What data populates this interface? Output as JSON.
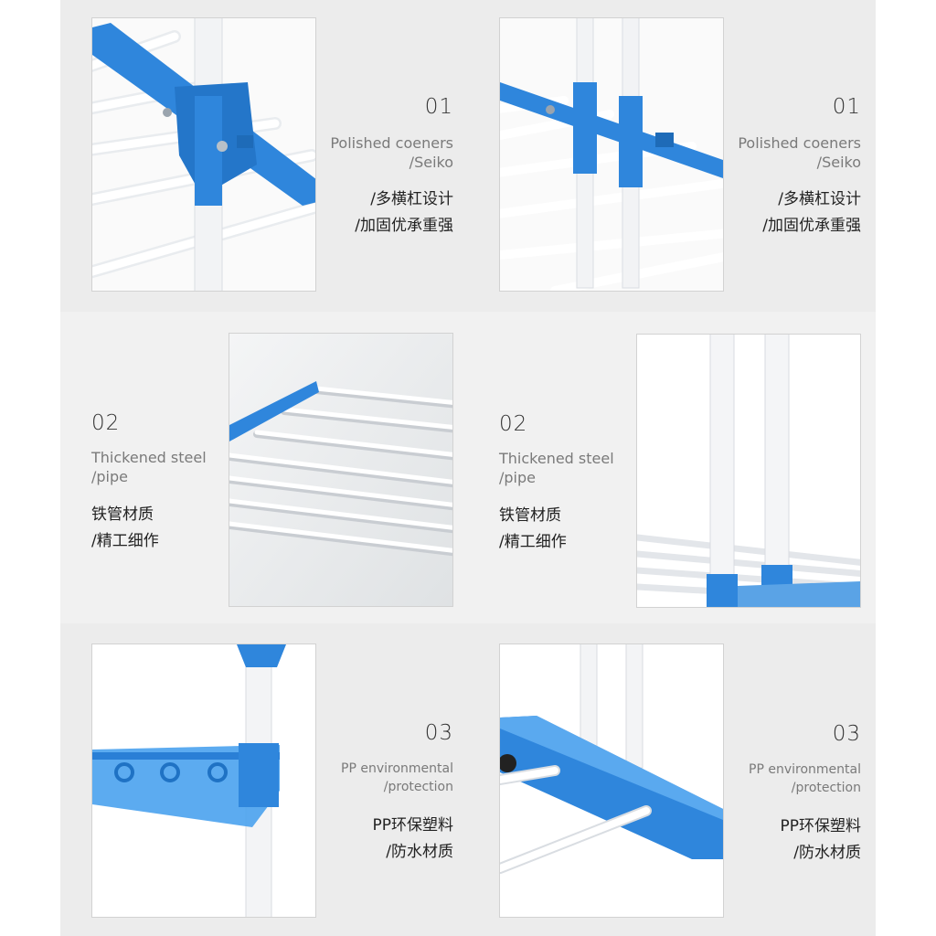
{
  "features": [
    {
      "number": "01",
      "en_line1": "Polished coeners",
      "en_line2": "/Seiko",
      "cn_line1": "/多横杠设计",
      "cn_line2": "/加固优承重强"
    },
    {
      "number": "02",
      "en_line1": "Thickened steel",
      "en_line2": "/pipe",
      "cn_line1": "铁管材质",
      "cn_line2": "/精工细作"
    },
    {
      "number": "03",
      "en_line1": "PP environmental",
      "en_line2": "/protection",
      "cn_line1": "PP环保塑料",
      "cn_line2": "/防水材质"
    }
  ],
  "colors": {
    "background": "#ececec",
    "plastic_blue": "#2f86dc",
    "pipe_white": "#f4f5f7"
  }
}
